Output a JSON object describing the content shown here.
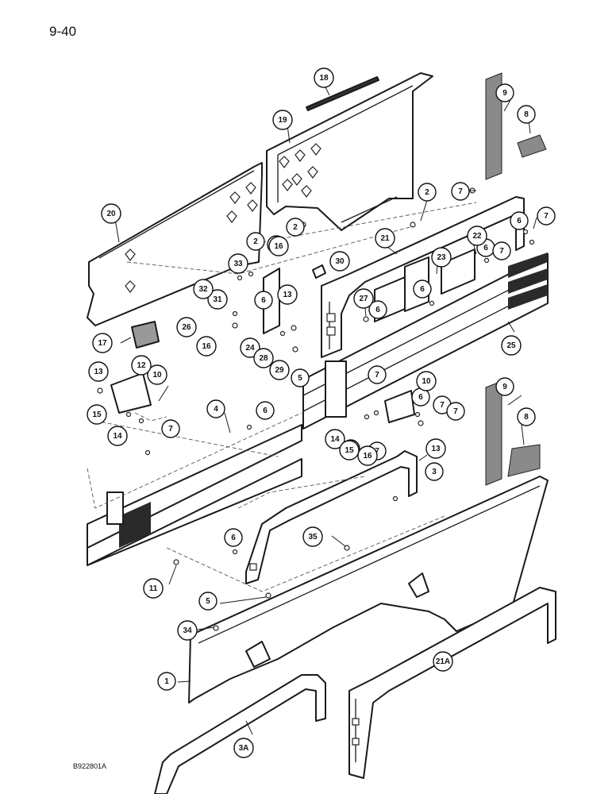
{
  "header": {
    "page_number": "9-40"
  },
  "footer": {
    "figure_code": "B922801A"
  },
  "callouts": [
    "1",
    "2",
    "2",
    "2",
    "3",
    "3A",
    "4",
    "5",
    "5",
    "6",
    "6",
    "6",
    "6",
    "6",
    "6",
    "6",
    "6",
    "6",
    "7",
    "7",
    "7",
    "7",
    "7",
    "7",
    "7",
    "7",
    "7",
    "8",
    "8",
    "9",
    "9",
    "10",
    "10",
    "11",
    "12",
    "13",
    "13",
    "13",
    "14",
    "14",
    "15",
    "15",
    "16",
    "16",
    "16",
    "17",
    "18",
    "19",
    "20",
    "21",
    "21A",
    "22",
    "23",
    "24",
    "25",
    "26",
    "27",
    "28",
    "29",
    "30",
    "31",
    "32",
    "33",
    "34",
    "35"
  ]
}
